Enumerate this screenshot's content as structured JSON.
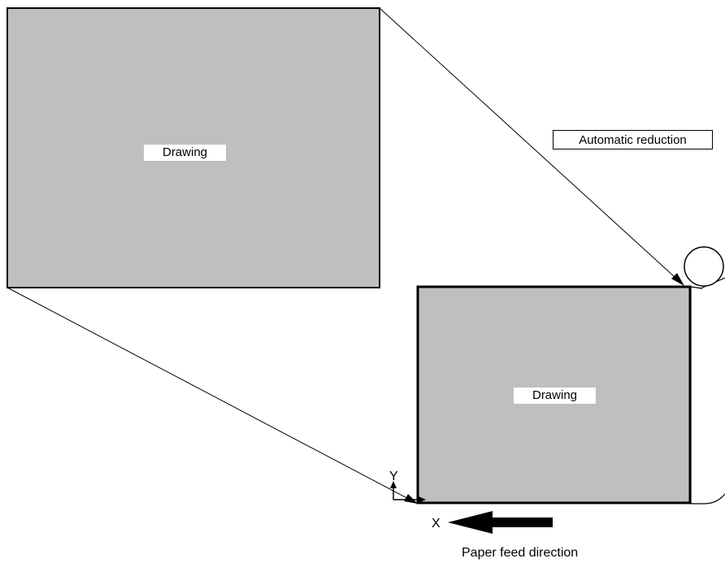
{
  "diagram": {
    "original_label": "Drawing",
    "reduced_label": "Drawing",
    "mode_label": "Automatic reduction",
    "axis_x": "X",
    "axis_y": "Y",
    "feed_label": "Paper feed direction"
  },
  "colors": {
    "drawing_fill": "#bfbfbf",
    "stroke": "#000000",
    "background": "#ffffff"
  }
}
